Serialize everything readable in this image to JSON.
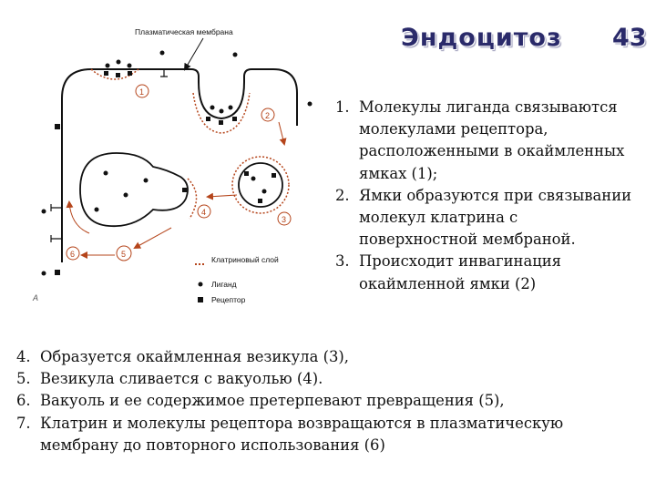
{
  "header": {
    "title": "Эндоцитоз",
    "page_number": "43"
  },
  "diagram": {
    "membrane_label": "Плазматическая мембрана",
    "legend": {
      "clathrin": "Клатриновый слой",
      "ligand": "Лиганд",
      "receptor": "Рецептор"
    },
    "step_markers": [
      "1",
      "2",
      "3",
      "4",
      "5",
      "6"
    ],
    "corner_label": "A"
  },
  "items_right": [
    {
      "num": "1.",
      "text": "Молекулы лиганда связываются молекулами рецептора, расположенными в окаймленных ямках (1);"
    },
    {
      "num": "2.",
      "text": "Ямки образуются при связывании молекул клатрина с поверхностной мембраной."
    },
    {
      "num": "3.",
      "text": "Происходит инвагинация окаймленной ямки (2)"
    }
  ],
  "items_bottom": [
    {
      "num": "4.",
      "text": "Образуется окаймленная везикула (3),"
    },
    {
      "num": "5.",
      "text": "Везикула сливается с вакуолью (4)."
    },
    {
      "num": "6.",
      "text": "Вакуоль и ее содержимое претерпевают превращения (5),"
    },
    {
      "num": "7.",
      "text": "Клатрин и молекулы рецептора возвращаются в плазматическую мембрану до повторного использования (6)"
    }
  ],
  "colors": {
    "title": "#2a2a6a",
    "clathrin": "#b5451b",
    "membrane": "#111111"
  }
}
